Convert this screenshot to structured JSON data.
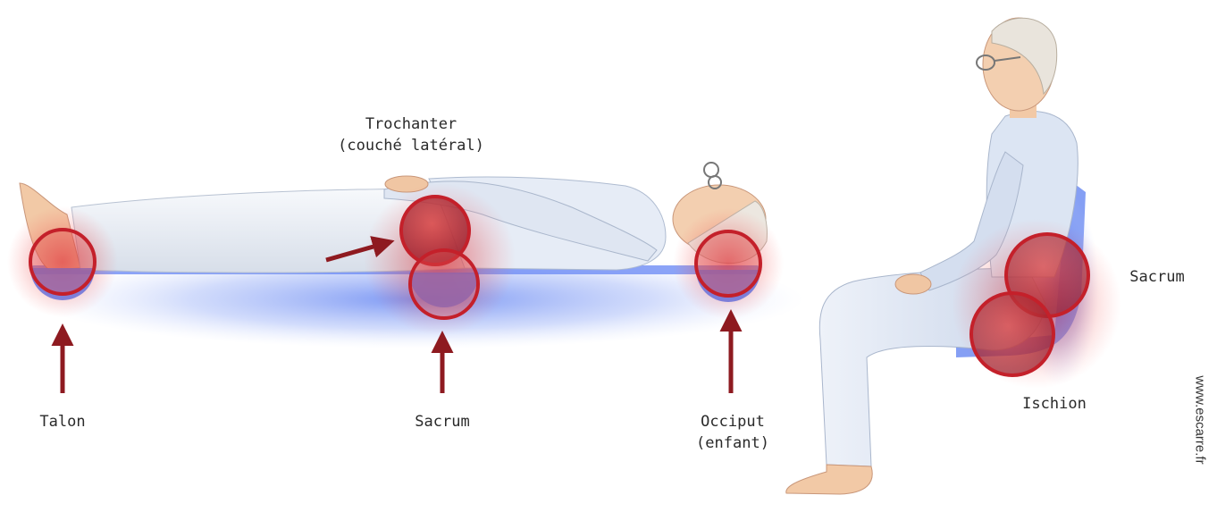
{
  "labels": {
    "trochanter_line1": "Trochanter",
    "trochanter_line2": "(couché latéral)",
    "talon": "Talon",
    "sacrum_lying": "Sacrum",
    "occiput_line1": "Occiput",
    "occiput_line2": "(enfant)",
    "sacrum_seated": "Sacrum",
    "ischion": "Ischion"
  },
  "watermark": "www.escarre.fr",
  "colors": {
    "pressure_ring": "#c4202a",
    "pressure_fill": "#b8283a",
    "arrow": "#8e1a20",
    "mattress": "#6f8df5",
    "clothing": "#e8eef6",
    "skin": "#f2c9a6"
  }
}
